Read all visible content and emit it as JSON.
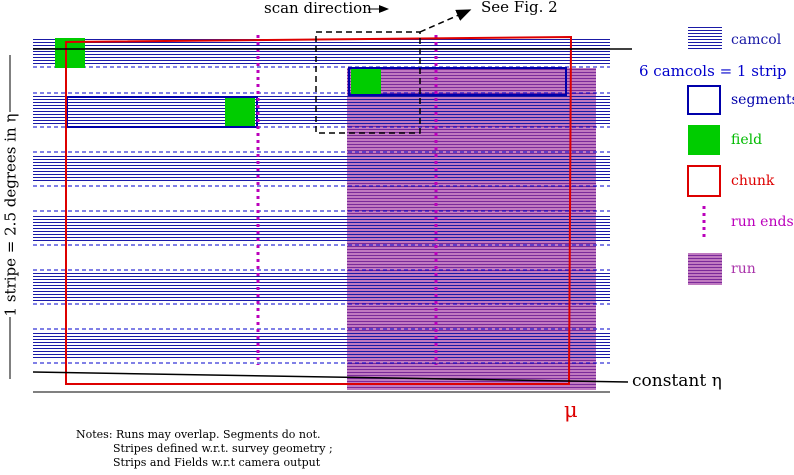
{
  "diagram": {
    "scan_direction_label": "scan direction",
    "see_fig_label": "See Fig. 2",
    "stripe_label": "1 stripe = 2.5 degrees in η",
    "constant_eta_label": "constant η",
    "mu_label": "μ",
    "notes": [
      "Notes: Runs may overlap. Segments do not.",
      "Stripes defined w.r.t. survey geometry ;",
      "Strips and Fields w.r.t camera output"
    ]
  },
  "legend": {
    "items": [
      {
        "key": "camcol",
        "label": "camcol",
        "color": "#1a1aa6"
      },
      {
        "key": "strip",
        "label": "6 camcols = 1 strip",
        "color": "#0000cc"
      },
      {
        "key": "segments",
        "label": "segments",
        "color": "#0000aa"
      },
      {
        "key": "field",
        "label": "field",
        "color": "#00cc00"
      },
      {
        "key": "chunk",
        "label": "chunk",
        "color": "#dd0000"
      },
      {
        "key": "run-ends",
        "label": "run ends",
        "color": "#bb00bb"
      },
      {
        "key": "run",
        "label": "run",
        "color": "#aa33aa"
      }
    ]
  },
  "colors": {
    "camcol": "#1a1aa6",
    "run_fill": "#b266b2",
    "field": "#00cc00",
    "chunk": "#dd0000",
    "run_ends": "#bb00bb",
    "segments": "#0000aa"
  }
}
